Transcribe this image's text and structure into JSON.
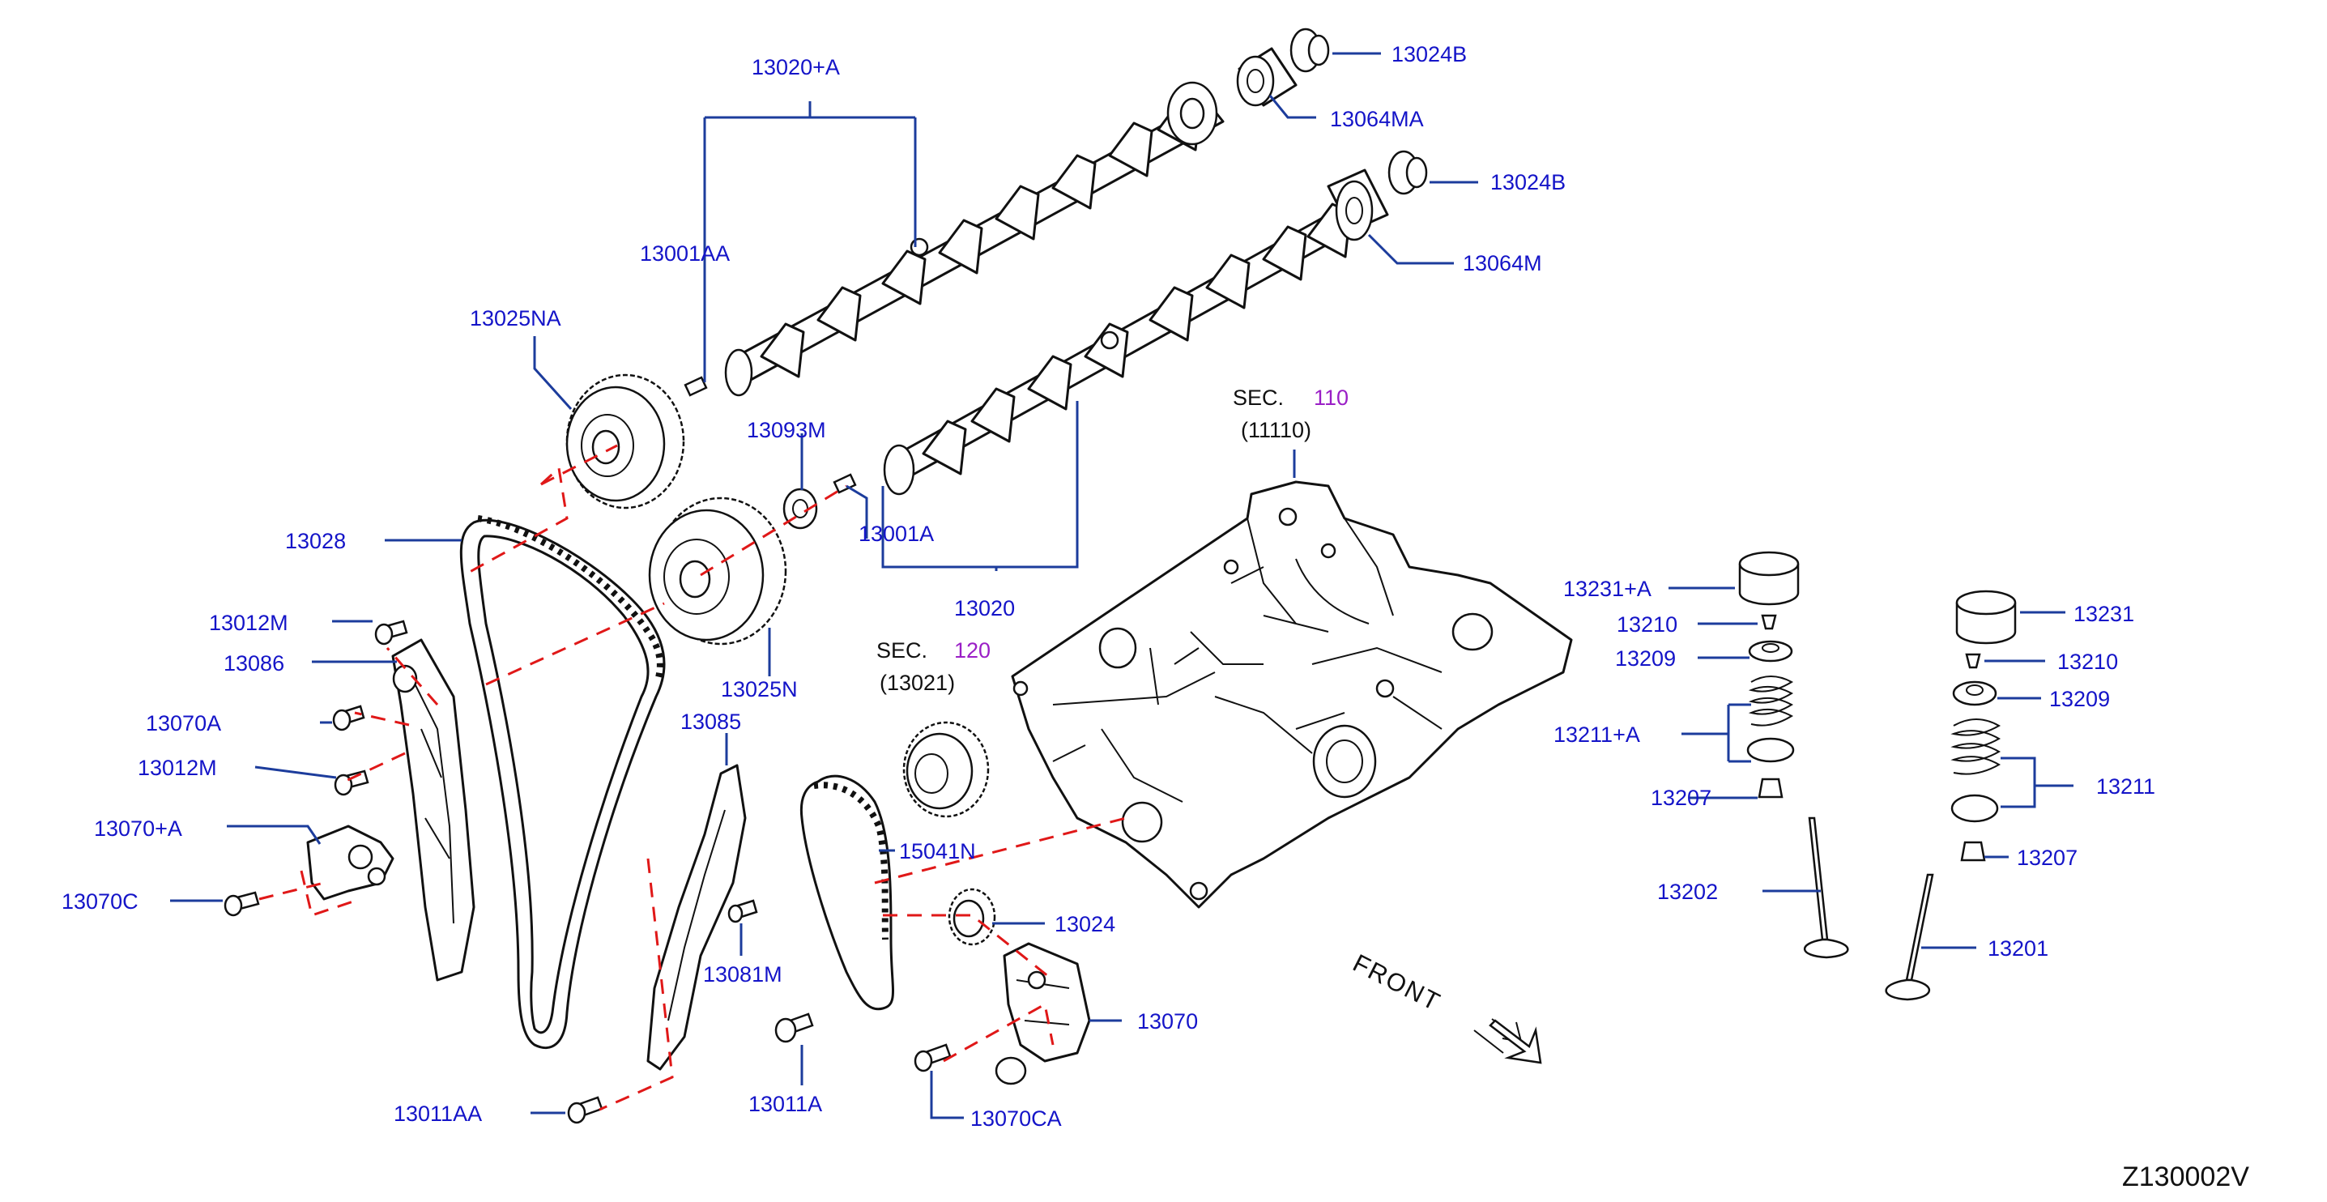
{
  "diagram": {
    "code": "Z130002V",
    "front_label": "FRONT",
    "labels": {
      "p13020_a": "13020+A",
      "p13024b_top": "13024B",
      "p13064ma": "13064MA",
      "p13024b_mid": "13024B",
      "p13064m": "13064M",
      "p13001aa": "13001AA",
      "p13025na": "13025NA",
      "p13093m": "13093M",
      "p13001a": "13001A",
      "p13020": "13020",
      "p13028": "13028",
      "p13012m_top": "13012M",
      "p13086": "13086",
      "p13025n": "13025N",
      "p13070a": "13070A",
      "p13012m_low": "13012M",
      "p13085": "13085",
      "p13070_a": "13070+A",
      "p15041n": "15041N",
      "p13070c": "13070C",
      "p13024": "13024",
      "p13081m": "13081M",
      "p13070": "13070",
      "p13011aa": "13011AA",
      "p13011a": "13011A",
      "p13070ca": "13070CA",
      "p13231_a": "13231+A",
      "p13210_a": "13210",
      "p13209_a": "13209",
      "p13211_a": "13211+A",
      "p13207_a": "13207",
      "p13202": "13202",
      "p13231": "13231",
      "p13210": "13210",
      "p13209": "13209",
      "p13211": "13211",
      "p13207": "13207",
      "p13201": "13201"
    },
    "sections": [
      {
        "prefix": "SEC.",
        "number": "110",
        "ref": "(11110)"
      },
      {
        "prefix": "SEC.",
        "number": "120",
        "ref": "(13021)"
      }
    ],
    "colors": {
      "label": "#1414c8",
      "section_number": "#9a1fc6",
      "leader": "#1c3c9c",
      "dashed_guide": "#e01818",
      "line_art": "#111111"
    }
  }
}
